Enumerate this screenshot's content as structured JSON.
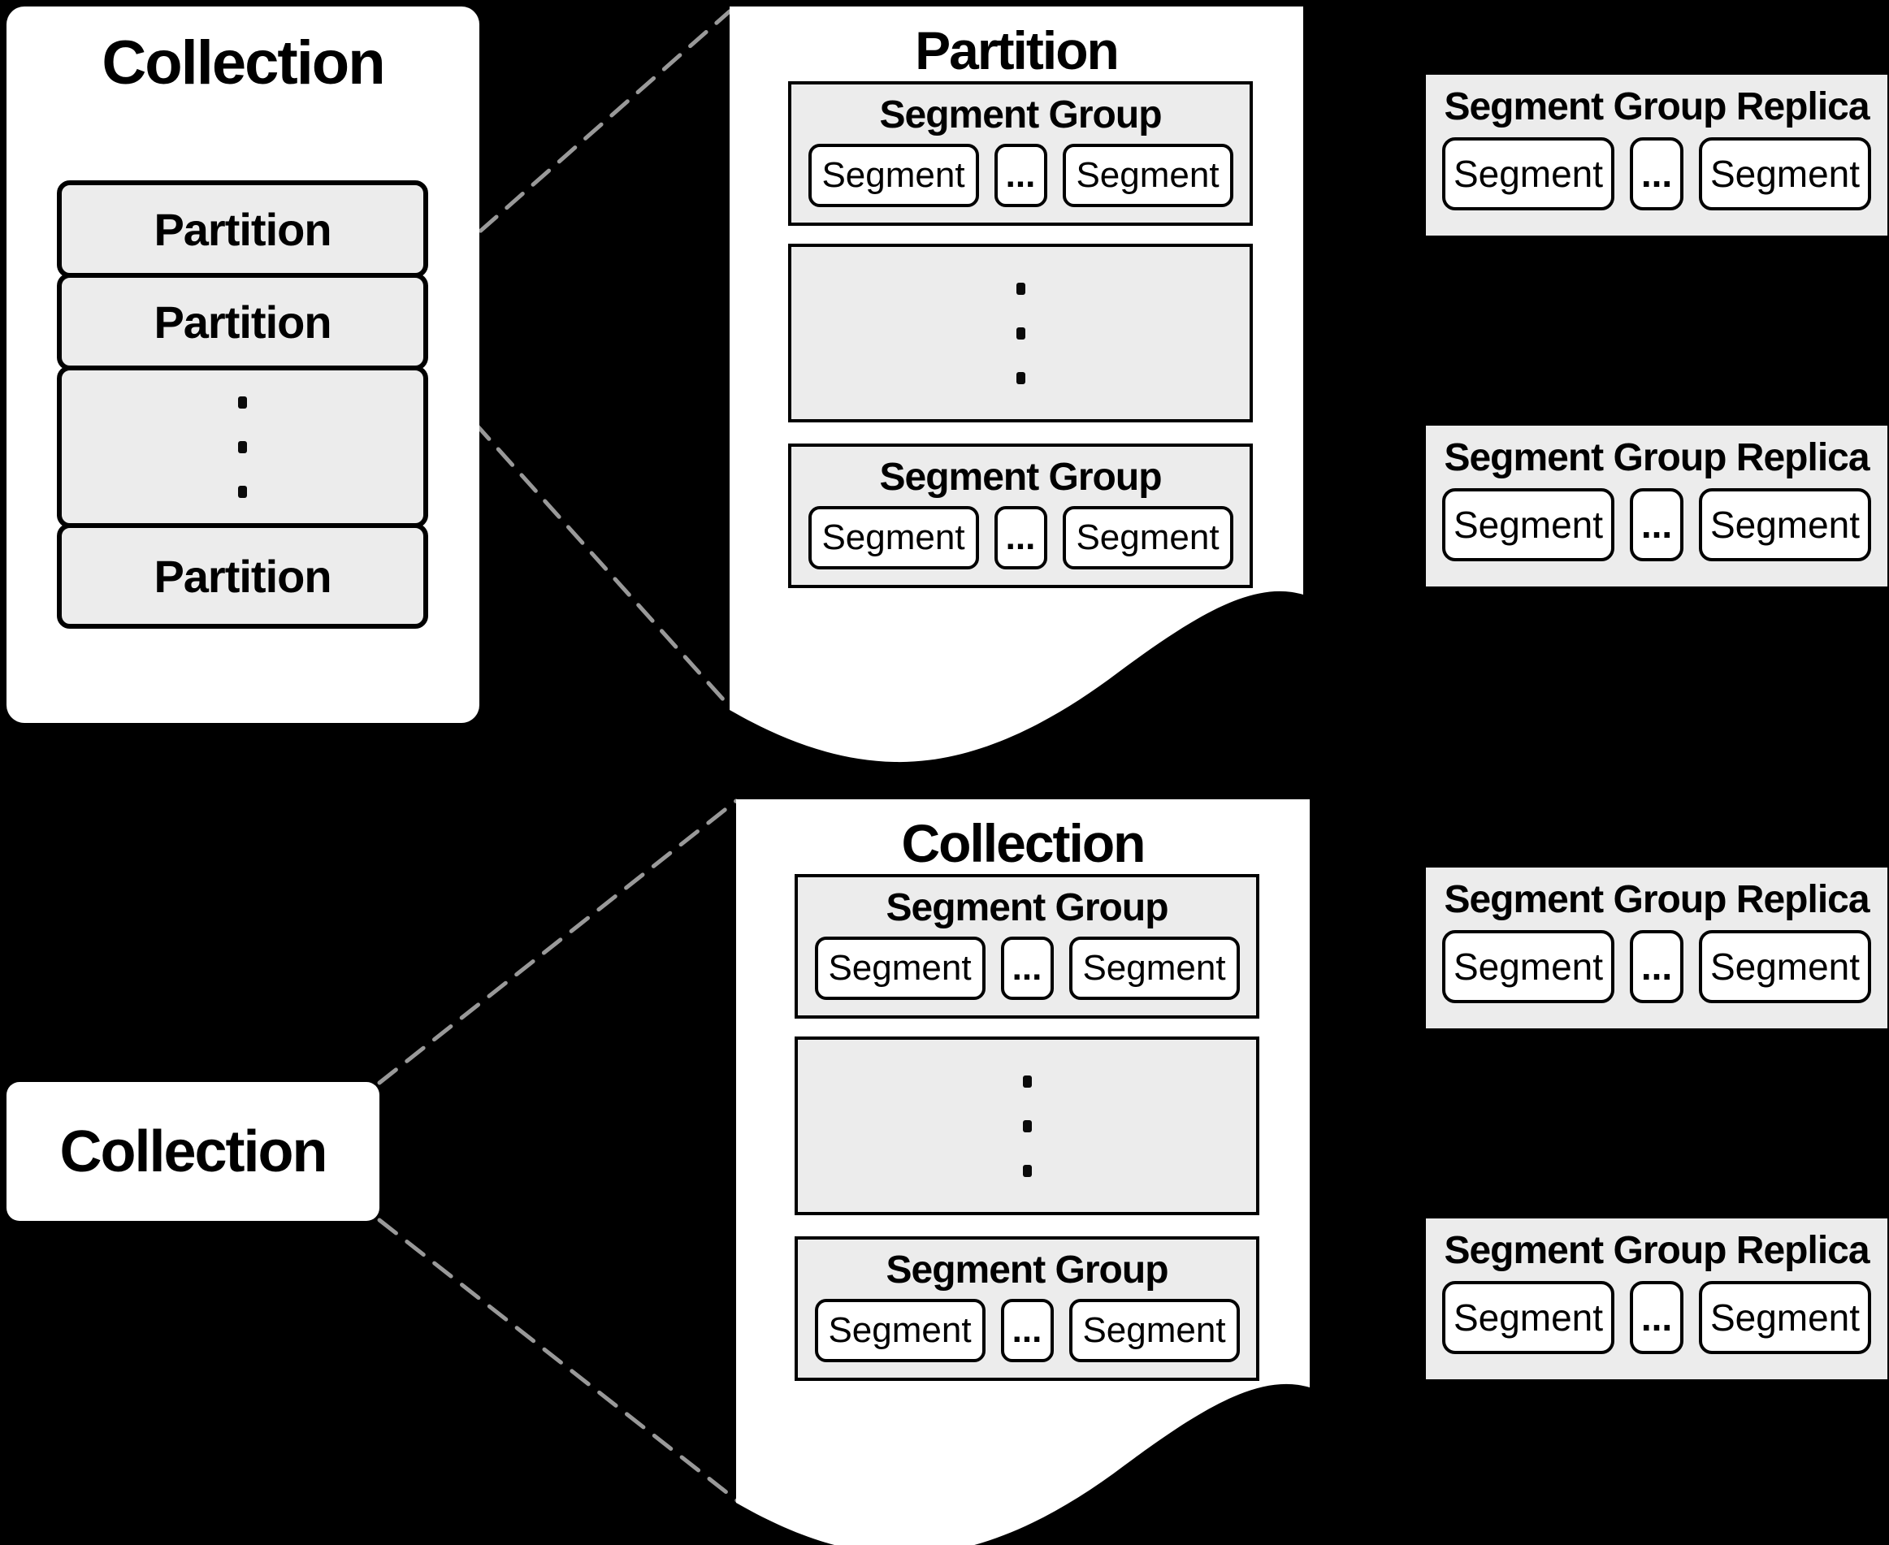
{
  "colors": {
    "background": "#000000",
    "panel_fill": "#ffffff",
    "box_fill": "#ececec",
    "border": "#000000",
    "connector_dash": "#999999"
  },
  "collection_panel": {
    "title": "Collection",
    "partitions": [
      {
        "label": "Partition"
      },
      {
        "label": "Partition"
      },
      {
        "label": "Partition"
      }
    ],
    "vertical_ellipsis": "⋮"
  },
  "partition_detail": {
    "title": "Partition",
    "vertical_ellipsis": "⋮",
    "segment_groups": [
      {
        "title": "Segment Group",
        "segment_left": "Segment",
        "ellipsis": "...",
        "segment_right": "Segment"
      },
      {
        "title": "Segment Group",
        "segment_left": "Segment",
        "ellipsis": "...",
        "segment_right": "Segment"
      }
    ]
  },
  "collection_detail": {
    "title": "Collection",
    "vertical_ellipsis": "⋮",
    "segment_groups": [
      {
        "title": "Segment Group",
        "segment_left": "Segment",
        "ellipsis": "...",
        "segment_right": "Segment"
      },
      {
        "title": "Segment Group",
        "segment_left": "Segment",
        "ellipsis": "...",
        "segment_right": "Segment"
      }
    ]
  },
  "collection_box": {
    "title": "Collection"
  },
  "replicas": [
    {
      "title": "Segment Group Replica",
      "segment_left": "Segment",
      "ellipsis": "...",
      "segment_right": "Segment"
    },
    {
      "title": "Segment Group Replica",
      "segment_left": "Segment",
      "ellipsis": "...",
      "segment_right": "Segment"
    },
    {
      "title": "Segment Group Replica",
      "segment_left": "Segment",
      "ellipsis": "...",
      "segment_right": "Segment"
    },
    {
      "title": "Segment Group Replica",
      "segment_left": "Segment",
      "ellipsis": "...",
      "segment_right": "Segment"
    }
  ]
}
